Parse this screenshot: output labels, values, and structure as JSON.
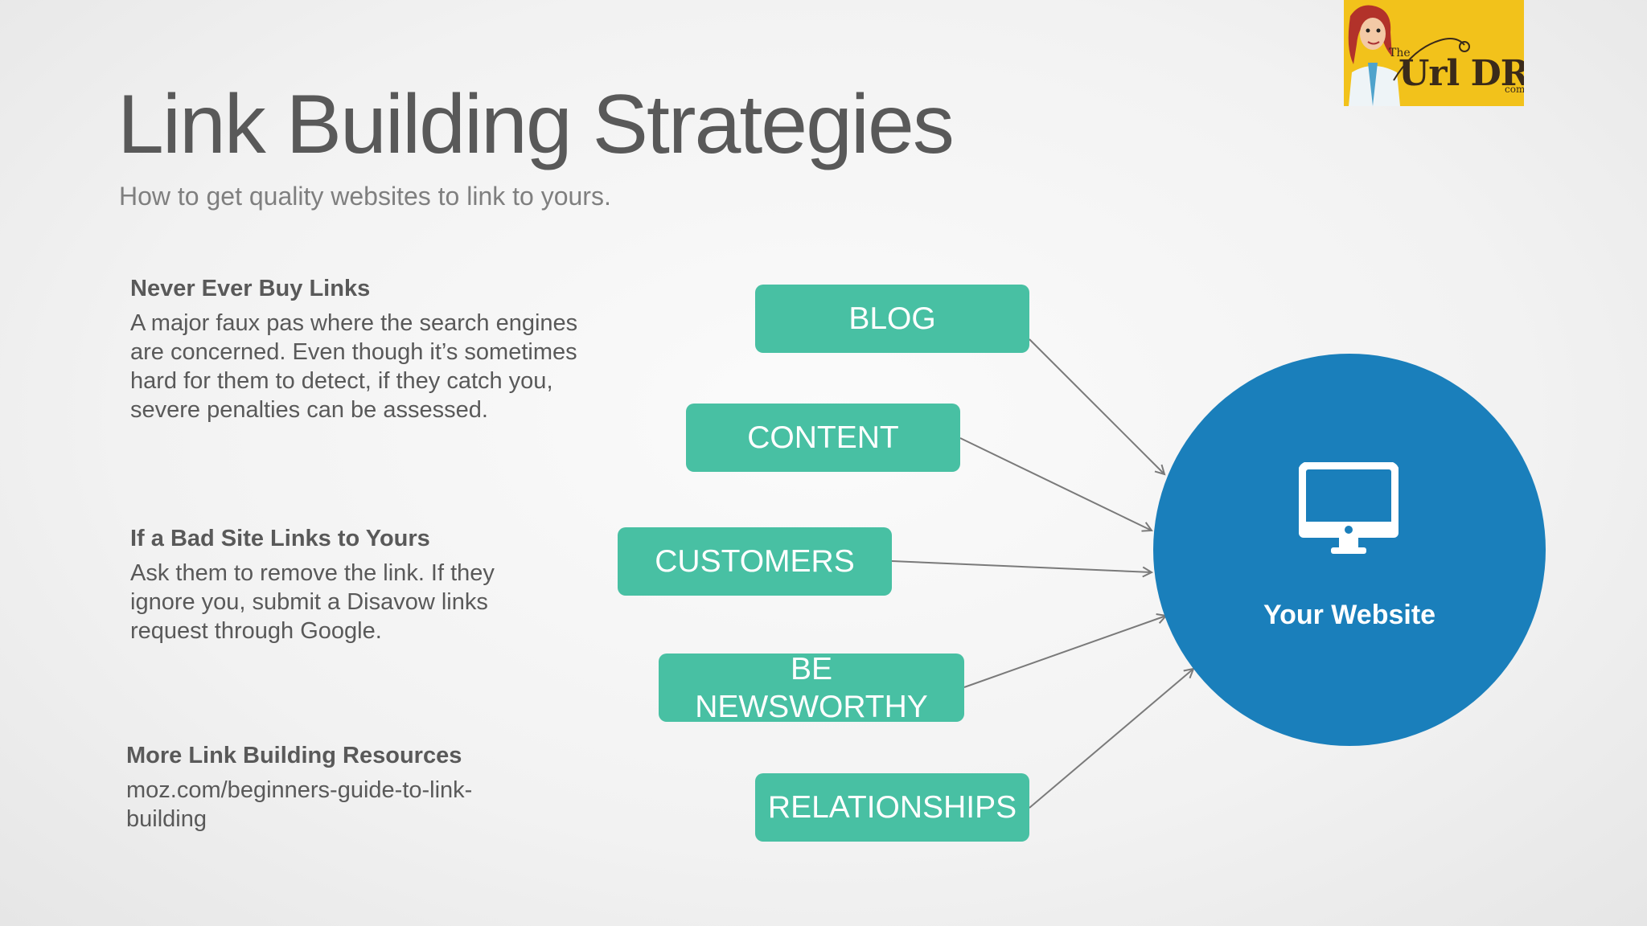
{
  "slide": {
    "title": "Link Building Strategies",
    "subtitle": "How to get quality websites to link to yours."
  },
  "sections": [
    {
      "heading": "Never Ever Buy Links",
      "body": "A major faux pas where the search engines are concerned. Even though it’s sometimes hard for them to detect, if they catch you, severe penalties can be assessed."
    },
    {
      "heading": "If a Bad Site Links to Yours",
      "body": "Ask them to remove the link. If they ignore you, submit a Disavow links request through Google."
    },
    {
      "heading": "More Link Building Resources",
      "body": "moz.com/beginners-guide-to-link-building"
    }
  ],
  "diagram": {
    "sources": [
      {
        "label": "BLOG"
      },
      {
        "label": "CONTENT"
      },
      {
        "label": "CUSTOMERS"
      },
      {
        "label": "BE NEWSWORTHY"
      },
      {
        "label": "RELATIONSHIPS"
      }
    ],
    "target": {
      "label": "Your Website",
      "icon": "monitor-icon"
    },
    "colors": {
      "node": "#48c0a3",
      "target": "#1a7fbb",
      "arrow": "#7a7a7a"
    }
  },
  "logo": {
    "text": "The Url DR.com",
    "background": "#f2c21b"
  }
}
